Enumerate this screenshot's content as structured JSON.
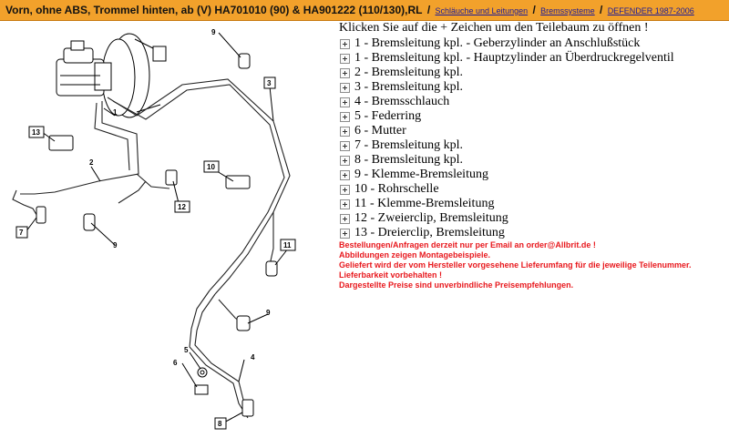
{
  "header": {
    "title": "Vorn, ohne ABS, Trommel hinten, ab (V) HA701010 (90) & HA901222 (110/130),RL",
    "separator": "/",
    "breadcrumbs": [
      "Schläuche und Leitungen",
      "Bremssysteme",
      "DEFENDER 1987-2006"
    ]
  },
  "colors": {
    "header_bg": "#f2a12b",
    "notice_red": "#e8191e",
    "link": "#1a1a9a"
  },
  "diagram": {
    "callouts": [
      "1",
      "2",
      "3",
      "4",
      "5",
      "6",
      "7",
      "8",
      "9",
      "9",
      "9",
      "10",
      "11",
      "12",
      "13"
    ]
  },
  "parts_panel": {
    "instruction": "Klicken Sie auf die + Zeichen um den Teilebaum zu öffnen !",
    "expand_icon": "plus-box-icon",
    "items": [
      "1 - Bremsleitung kpl. - Geberzylinder an Anschlußstück",
      "1 - Bremsleitung kpl. - Hauptzylinder an Überdruckregelventil",
      "2 - Bremsleitung kpl.",
      "3 - Bremsleitung kpl.",
      "4 - Bremsschlauch",
      "5 - Federring",
      "6 - Mutter",
      "7 - Bremsleitung kpl.",
      "8 - Bremsleitung kpl.",
      "9 - Klemme-Bremsleitung",
      "10 - Rohrschelle",
      "11 - Klemme-Bremsleitung",
      "12 - Zweierclip, Bremsleitung",
      "13 - Dreierclip, Bremsleitung"
    ]
  },
  "notices": [
    "Bestellungen/Anfragen derzeit nur per Email an order@Allbrit.de !",
    "Abbildungen zeigen Montagebeispiele.",
    "Geliefert wird der vom Hersteller vorgesehene Lieferumfang für die jeweilige Teilenummer.",
    "Lieferbarkeit vorbehalten !",
    "Dargestellte Preise sind unverbindliche Preisempfehlungen."
  ]
}
